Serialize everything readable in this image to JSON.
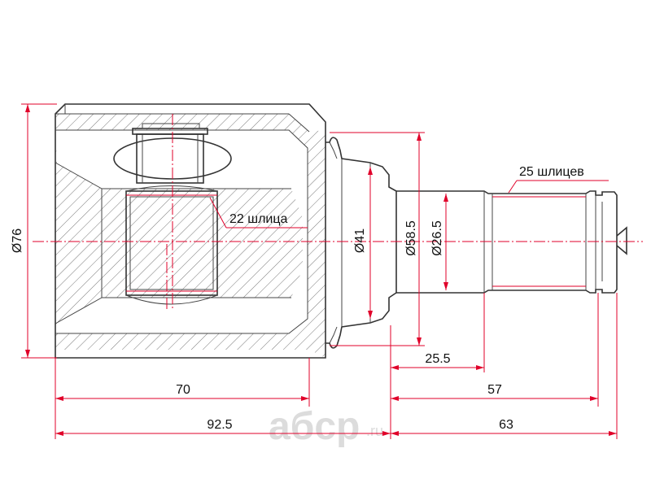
{
  "drawing": {
    "part": "inner CV joint",
    "colors": {
      "outline": "#333333",
      "dimension": "#e0002a",
      "hatch": "#555555",
      "watermark": "#d9d9d9"
    }
  },
  "labels": {
    "spline_inner": "22 шлица",
    "spline_outer": "25 шлицев",
    "dia_outer": "Ø76",
    "dia_flange": "Ø41",
    "dia_stem": "Ø58.5",
    "dia_shaft": "Ø26.5"
  },
  "dimensions": {
    "d_25_5": "25.5",
    "d_70": "70",
    "d_57": "57",
    "d_92_5": "92.5",
    "d_63": "63"
  },
  "watermark": {
    "brand": "aбcp",
    "domain": ".ru"
  }
}
